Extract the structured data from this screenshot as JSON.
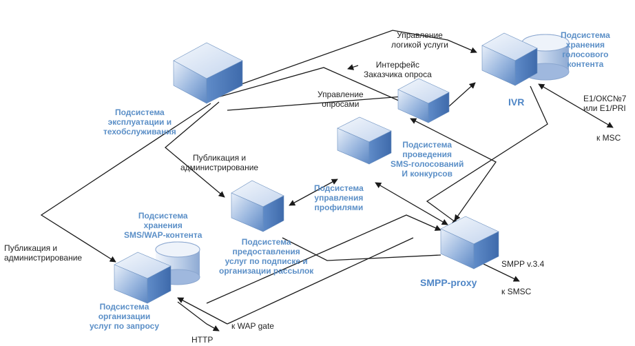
{
  "colors": {
    "box_front": "#6f97cf",
    "box_light": "#e3ecf8",
    "line": "#1a1a1a",
    "label_blue": "#5b8fc7"
  },
  "subsystems": {
    "ivr_name": "IVR",
    "voice_storage": "Подсистема\nхранения\nголосового\nконтента",
    "oam": "Подсистема\nэксплуатации и\nтехобслуживания",
    "sms_voting": "Подсистема\nпроведения\nSMS-голосований\nИ конкурсов",
    "profiles": "Подсистема\nуправления\nпрофилями",
    "subscription": "Подсистема\nпредоставления\nуслуг по подписке и\nорганизации рассылок",
    "content_storage": "Подсистема\nхранения\nSMS/WAP-контента",
    "on_demand": "Подсистема\nорганизации\nуслуг по запросу",
    "smpp_proxy": "SMPP-proxy"
  },
  "links": {
    "service_logic": "Управление\nлогикой услуги",
    "customer_iface": "Интерфейс\nЗаказчика опроса",
    "polls_mgmt": "Управление\nопросами",
    "publish_admin_top": "Публикация и\nадминистрирование",
    "publish_admin_left": "Публикация и\nадминистрирование",
    "e1": "E1/ОКС№7\nили E1/PRI",
    "to_msc": "к MSC",
    "smpp_ver": "SMPP v.3.4",
    "to_smsc": "к SMSC",
    "to_wap": "к WAP gate",
    "http": "HTTP"
  }
}
